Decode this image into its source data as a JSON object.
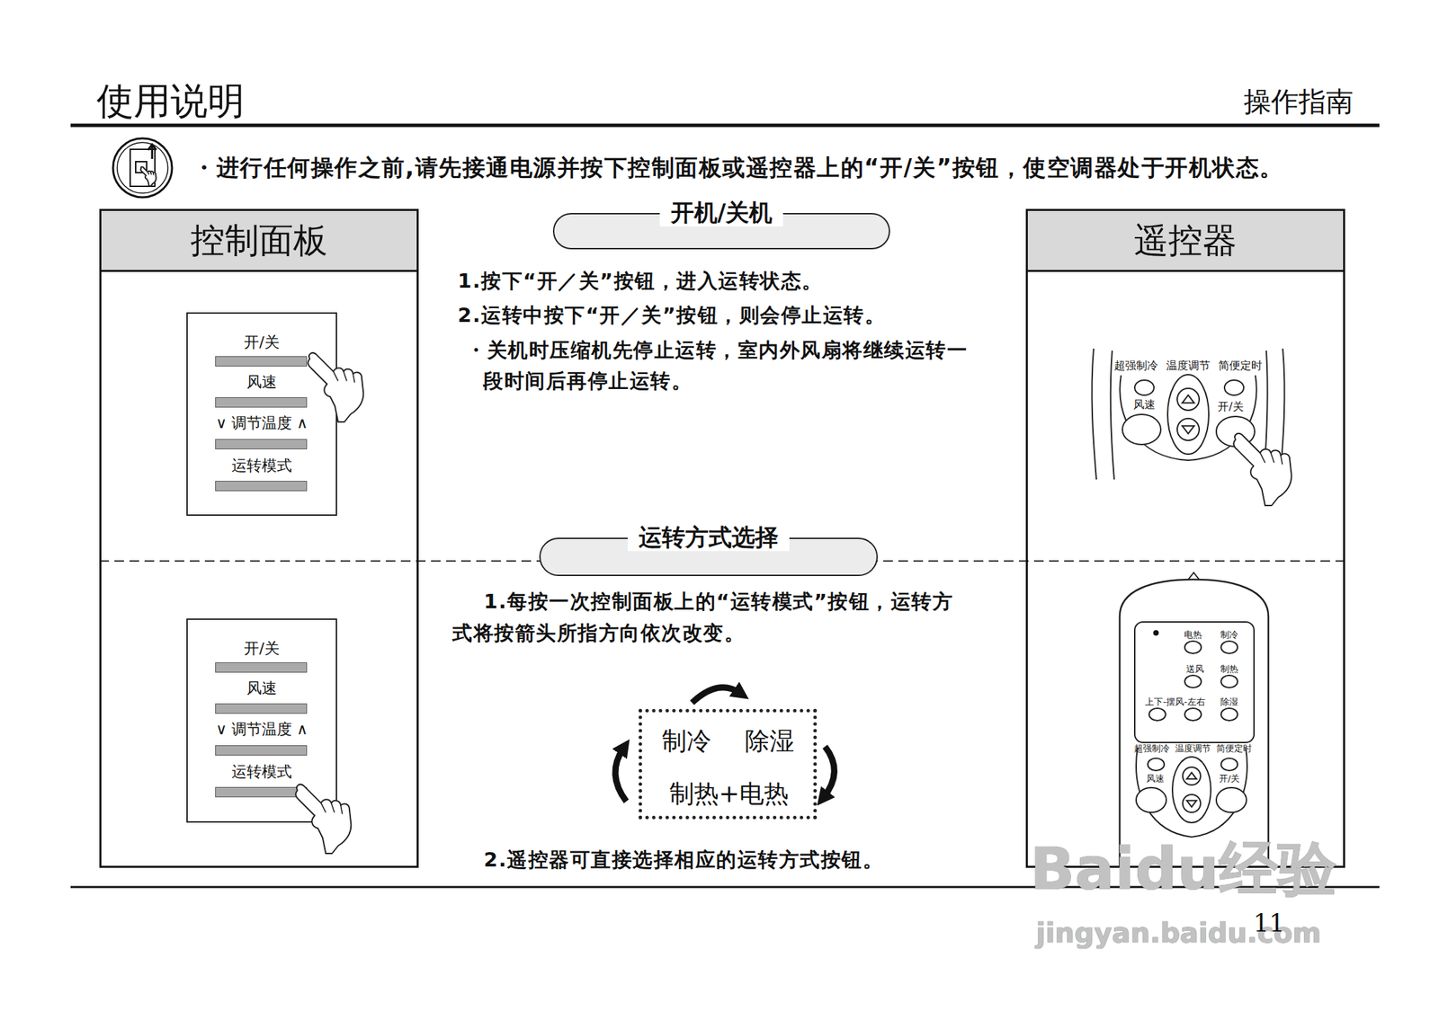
{
  "diagram": {
    "title": "使用说明",
    "nodes": [
      {
        "text": [
          "控制面板"
        ]
      },
      {
        "text": [
          "开/关",
          "风速",
          "∨ 调节温度 ∧",
          "运转模式"
        ],
        "in": 0
      },
      {
        "text": [
          "开/关",
          "风速",
          "∨ 调节温度 ∧",
          "运转模式"
        ],
        "in": 0
      },
      {
        "text": [
          "遥控器"
        ]
      },
      {
        "text": [
          "开机/关机"
        ]
      },
      {
        "text": [
          "运转方式选择"
        ]
      },
      {
        "text": [
          "制冷",
          "除湿",
          "制热+电热"
        ]
      }
    ],
    "labels": [
      "操作指南",
      "・进行任何操作之前,请先接通电源并按下控制面板或遥控器上的“开/关”按钮，使空调器处于开机状态。",
      "1.按下“开／关”按钮，进入运转状态。",
      "2.运转中按下“开／关”按钮，则会停止运转。",
      "・关机时压缩机先停止运转，室内外风扇将继续运转一段时间后再停止运转。",
      "1.每按一次控制面板上的“运转模式”按钮，运转方式将按箭头所指方向依次改变。",
      "2.遥控器可直接选择相应的运转方式按钮。",
      "超强制冷",
      "温度调节",
      "简便定时",
      "风速",
      "开/关",
      "电热",
      "制冷",
      "送风",
      "制热",
      "上下-摆风-左右",
      "除湿",
      "超强制冷",
      "温度调节",
      "简便定时",
      "风速",
      "开/关",
      "11",
      "Baidu经验",
      "jingyan.baidu.com"
    ]
  }
}
